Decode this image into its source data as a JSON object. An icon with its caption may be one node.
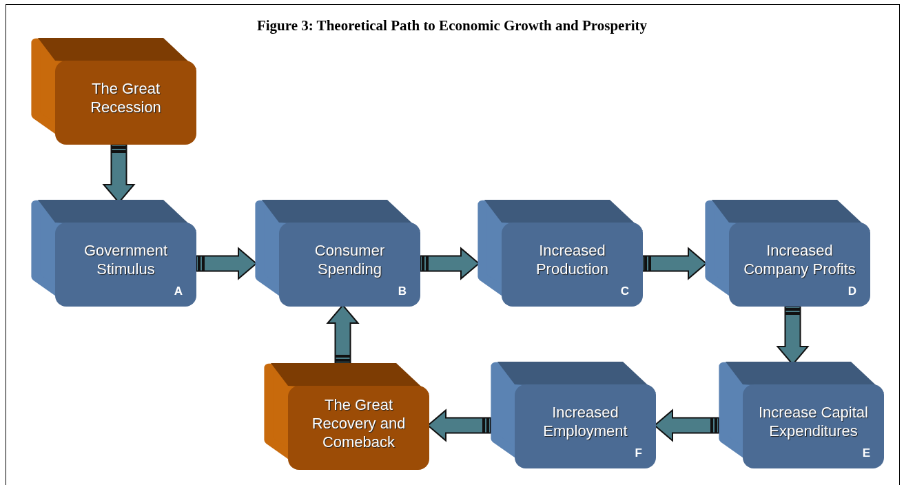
{
  "diagram": {
    "title": "Figure 3: Theoretical Path to Economic Growth and Prosperity",
    "nodes": [
      {
        "text": [
          "The Great Recession"
        ]
      },
      {
        "text": [
          "Government Stimulus",
          "A"
        ]
      },
      {
        "text": [
          "Consumer Spending",
          "B"
        ]
      },
      {
        "text": [
          "Increased Production",
          "C"
        ]
      },
      {
        "text": [
          "Increased Company Profits",
          "D"
        ]
      },
      {
        "text": [
          "Increase Capital Expenditures",
          "E"
        ]
      },
      {
        "text": [
          "Increased Employment",
          "F"
        ]
      },
      {
        "text": [
          "The Great Recovery and Comeback"
        ]
      }
    ],
    "edges": [
      {
        "from": 0,
        "to": 1,
        "arrow": "to"
      },
      {
        "from": 1,
        "to": 2,
        "arrow": "to"
      },
      {
        "from": 2,
        "to": 3,
        "arrow": "to"
      },
      {
        "from": 3,
        "to": 4,
        "arrow": "to"
      },
      {
        "from": 4,
        "to": 5,
        "arrow": "to"
      },
      {
        "from": 5,
        "to": 6,
        "arrow": "to"
      },
      {
        "from": 6,
        "to": 7,
        "arrow": "to"
      },
      {
        "from": 7,
        "to": 2,
        "arrow": "to"
      }
    ]
  }
}
